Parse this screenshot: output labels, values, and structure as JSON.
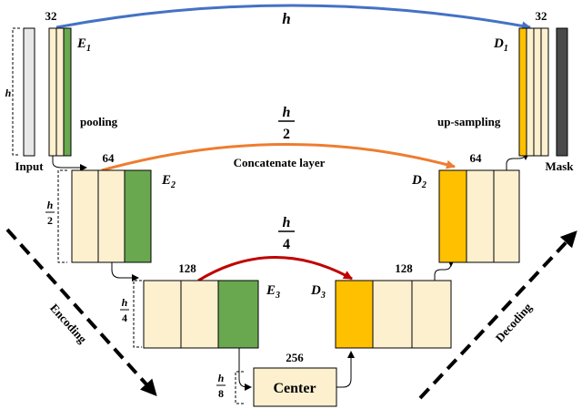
{
  "encoder": {
    "e1": {
      "sub": "1",
      "channels": "32",
      "side_label": "h"
    },
    "e2": {
      "sub": "2",
      "channels": "64",
      "side_num": "h",
      "side_den": "2"
    },
    "e3": {
      "sub": "3",
      "channels": "128",
      "side_num": "h",
      "side_den": "4"
    },
    "center": {
      "label": "Center",
      "channels": "256",
      "side_num": "h",
      "side_den": "8"
    },
    "letter": "E"
  },
  "decoder": {
    "d1": {
      "sub": "1",
      "channels": "32"
    },
    "d2": {
      "sub": "2",
      "channels": "64"
    },
    "d3": {
      "sub": "3",
      "channels": "128"
    },
    "letter": "D"
  },
  "skip": {
    "top": "h",
    "mid_num": "h",
    "mid_den": "2",
    "low_num": "h",
    "low_den": "4"
  },
  "labels": {
    "input": "Input",
    "mask": "Mask",
    "pooling": "pooling",
    "upsampling": "up-sampling",
    "concat": "Concatenate layer",
    "encoding": "Encoding",
    "decoding": "Decoding"
  },
  "colors": {
    "feature": "#fdf0cf",
    "encoder_accent": "#6aa84f",
    "decoder_accent": "#ffc000",
    "input": "#e8e8e8",
    "mask": "#4a4a4a",
    "skip_top": "#4472c4",
    "skip_mid": "#ed7d31",
    "skip_low": "#c00000"
  }
}
